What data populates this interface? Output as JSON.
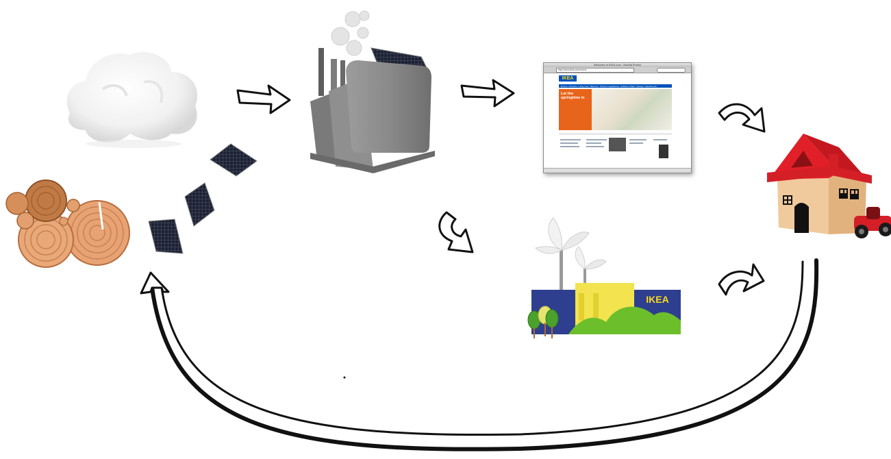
{
  "browser": {
    "window_title": "Welcome to IKEA.com - Mozilla Firefox",
    "url": "http://www.ikea.com/us/en/",
    "logo": "IKEA",
    "nav_items": [
      "Rooms",
      "Products",
      "Living room",
      "Bedroom",
      "Kitchen & appliances",
      "Children's IKEA",
      "Storage",
      "Departments"
    ],
    "hero_title": "Let the springtime in"
  },
  "store": {
    "sign": "IKEA"
  },
  "colors": {
    "ikea_blue": "#0051ba",
    "ikea_yellow": "#ffda1a",
    "hero_orange": "#e8641b",
    "grass_green": "#6cbf2a",
    "roof_red": "#d41f26",
    "outline": "#111111"
  }
}
